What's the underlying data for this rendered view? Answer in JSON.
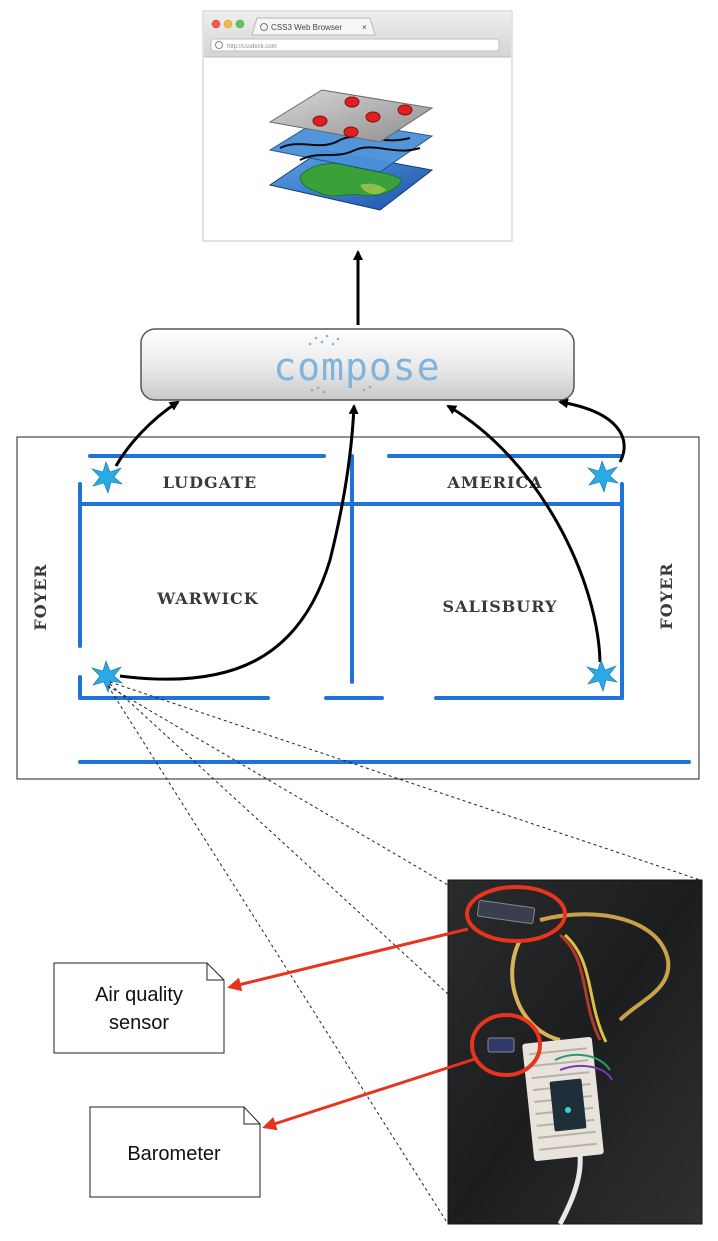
{
  "browser": {
    "tab_title": "CSS3 Web Browser",
    "url": "http://cssdeck.com",
    "window_buttons": [
      "close-red",
      "minimize-yellow",
      "zoom-green"
    ],
    "content_icon": "map-layers-icon"
  },
  "platform": {
    "logo_text": "compose"
  },
  "floor_plan": {
    "rooms": [
      "LUDGATE",
      "AMERICA",
      "WARWICK",
      "SALISBURY"
    ],
    "foyer_left": "FOYER",
    "foyer_right": "FOYER",
    "sensor_icon": "star-sensor-icon"
  },
  "callouts": {
    "air_quality_line1": "Air quality",
    "air_quality_line2": "sensor",
    "barometer": "Barometer"
  },
  "colors": {
    "wall": "#1e74d8",
    "sensor": "#29a9e6",
    "arrow_dark": "#000000",
    "arrow_red": "#e8341c"
  }
}
